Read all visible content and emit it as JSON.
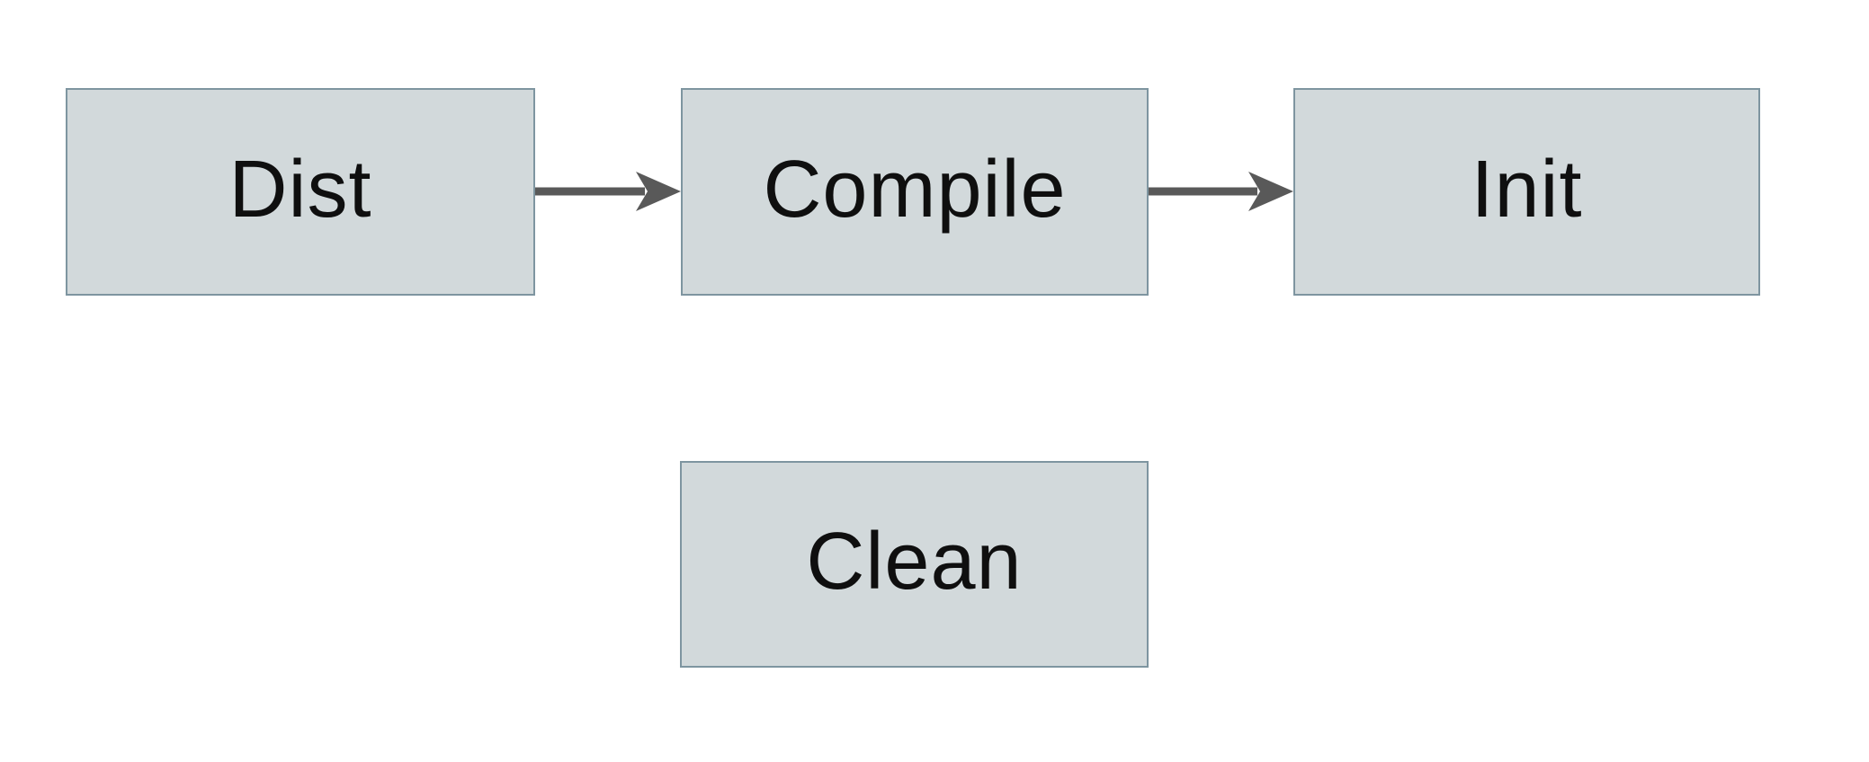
{
  "diagram": {
    "colors": {
      "background": "#ffffff",
      "node_fill": "#d2d9db",
      "node_border": "#7e95a0",
      "arrow": "#595959",
      "text": "#0f0f0f"
    },
    "nodes": [
      {
        "id": "dist",
        "label": "Dist"
      },
      {
        "id": "compile",
        "label": "Compile"
      },
      {
        "id": "init",
        "label": "Init"
      },
      {
        "id": "clean",
        "label": "Clean"
      }
    ],
    "edges": [
      {
        "from": "Dist",
        "to": "Compile",
        "direction": "right"
      },
      {
        "from": "Compile",
        "to": "Init",
        "direction": "right"
      }
    ]
  }
}
